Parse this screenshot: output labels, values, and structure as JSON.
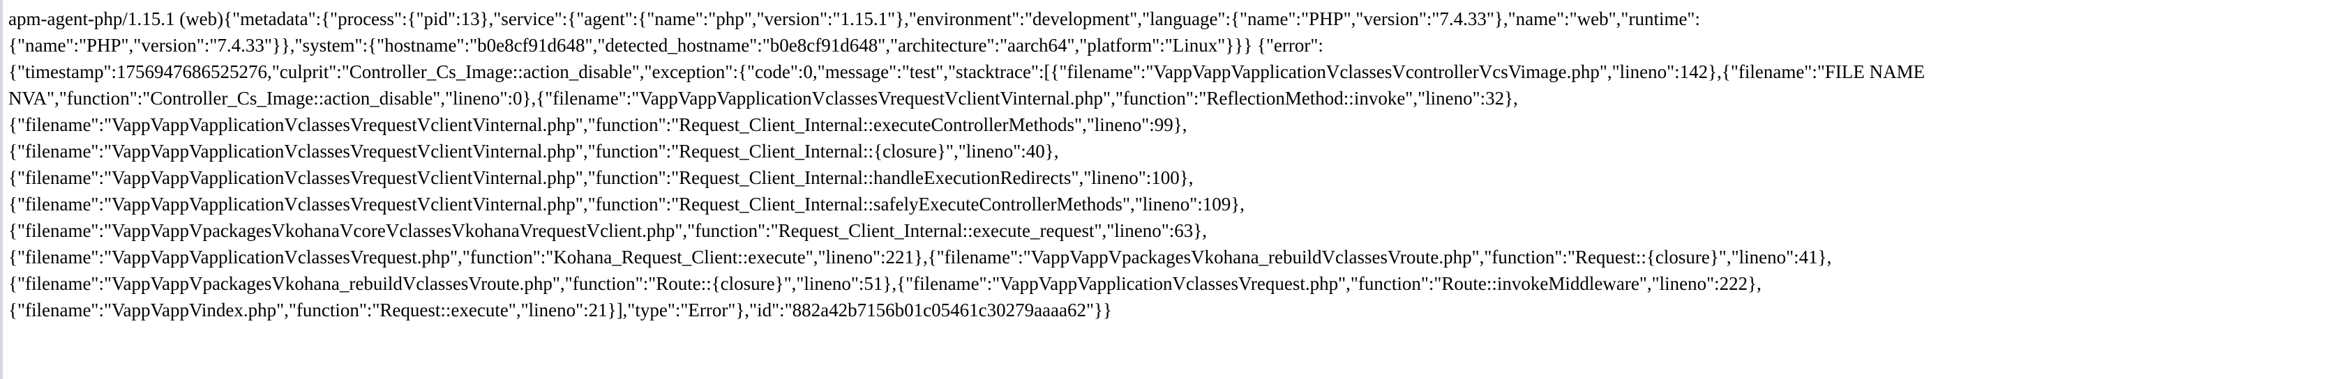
{
  "document": {
    "lines": [
      "apm-agent-php/1.15.1 (web){\"metadata\":{\"process\":{\"pid\":13},\"service\":{\"agent\":{\"name\":\"php\",\"version\":\"1.15.1\"},\"environment\":\"development\",\"language\":{\"name\":\"PHP\",\"version\":\"7.4.33\"},\"name\":\"web\",\"runtime\":",
      "{\"name\":\"PHP\",\"version\":\"7.4.33\"}},\"system\":{\"hostname\":\"b0e8cf91d648\",\"detected_hostname\":\"b0e8cf91d648\",\"architecture\":\"aarch64\",\"platform\":\"Linux\"}}} {\"error\":",
      "{\"timestamp\":1756947686525276,\"culprit\":\"Controller_Cs_Image::action_disable\",\"exception\":{\"code\":0,\"message\":\"test\",\"stacktrace\":[{\"filename\":\"VappVappVapplicationVclassesVcontrollerVcsVimage.php\",\"lineno\":142},{\"filename\":\"FILE NAME",
      "NVA\",\"function\":\"Controller_Cs_Image::action_disable\",\"lineno\":0},{\"filename\":\"VappVappVapplicationVclassesVrequestVclientVinternal.php\",\"function\":\"ReflectionMethod::invoke\",\"lineno\":32},",
      "{\"filename\":\"VappVappVapplicationVclassesVrequestVclientVinternal.php\",\"function\":\"Request_Client_Internal::executeControllerMethods\",\"lineno\":99},",
      "{\"filename\":\"VappVappVapplicationVclassesVrequestVclientVinternal.php\",\"function\":\"Request_Client_Internal::{closure}\",\"lineno\":40},",
      "{\"filename\":\"VappVappVapplicationVclassesVrequestVclientVinternal.php\",\"function\":\"Request_Client_Internal::handleExecutionRedirects\",\"lineno\":100},",
      "{\"filename\":\"VappVappVapplicationVclassesVrequestVclientVinternal.php\",\"function\":\"Request_Client_Internal::safelyExecuteControllerMethods\",\"lineno\":109},",
      "{\"filename\":\"VappVappVpackagesVkohanaVcoreVclassesVkohanaVrequestVclient.php\",\"function\":\"Request_Client_Internal::execute_request\",\"lineno\":63},",
      "{\"filename\":\"VappVappVapplicationVclassesVrequest.php\",\"function\":\"Kohana_Request_Client::execute\",\"lineno\":221},{\"filename\":\"VappVappVpackagesVkohana_rebuildVclassesVroute.php\",\"function\":\"Request::{closure}\",\"lineno\":41},",
      "{\"filename\":\"VappVappVpackagesVkohana_rebuildVclassesVroute.php\",\"function\":\"Route::{closure}\",\"lineno\":51},{\"filename\":\"VappVappVapplicationVclassesVrequest.php\",\"function\":\"Route::invokeMiddleware\",\"lineno\":222},",
      "{\"filename\":\"VappVappVindex.php\",\"function\":\"Request::execute\",\"lineno\":21}],\"type\":\"Error\"},\"id\":\"882a42b7156b01c05461c30279aaaa62\"}}"
    ]
  }
}
